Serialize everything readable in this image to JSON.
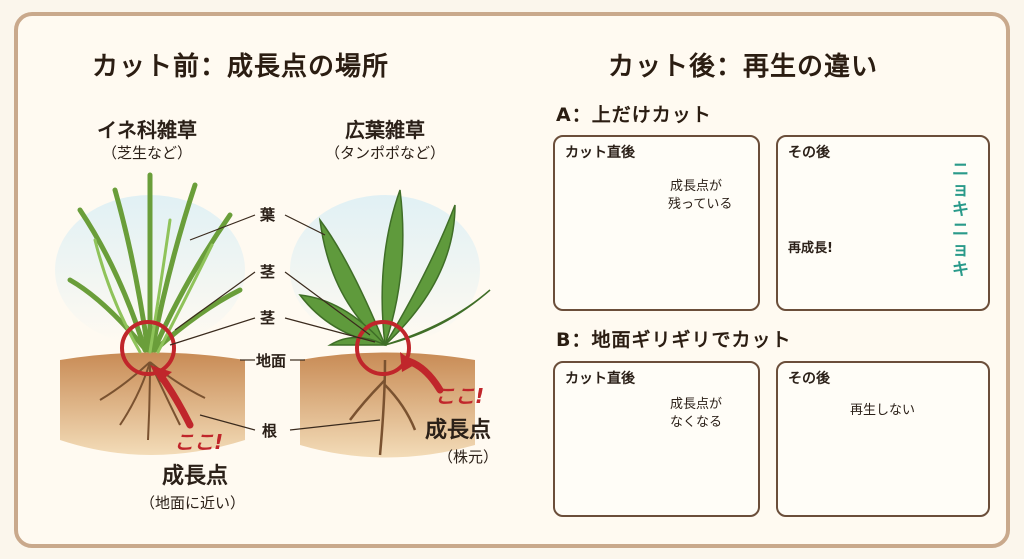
{
  "left": {
    "heading": "カット前：成長点の場所",
    "grass": {
      "title": "イネ科雑草",
      "subtitle": "（芝生など）"
    },
    "broadleaf": {
      "title": "広葉雑草",
      "subtitle": "（タンポポなど）"
    },
    "labels": {
      "leaf": "葉",
      "stem1": "茎",
      "stem2": "茎",
      "ground": "地面",
      "root": "根"
    },
    "grass_point": {
      "here": "ここ!",
      "name": "成長点",
      "note": "（地面に近い）"
    },
    "broadleaf_point": {
      "here": "ここ!",
      "name": "成長点",
      "note": "（株元）"
    }
  },
  "right": {
    "heading": "カット後：再生の違い",
    "sectionA": {
      "title": "A：上だけカット",
      "box1": {
        "title": "カット直後",
        "note_line1": "成長点が",
        "note_line2": "残っている"
      },
      "box2": {
        "title": "その後",
        "note": "再成長!",
        "sfx": "ニョキニョキ"
      }
    },
    "sectionB": {
      "title": "B：地面ギリギリでカット",
      "box1": {
        "title": "カット直後",
        "note_line1": "成長点が",
        "note_line2": "なくなる"
      },
      "box2": {
        "title": "その後",
        "note": "再生しない"
      }
    }
  },
  "colors": {
    "accent_red": "#c0262b",
    "leaf_green": "#5f9a3c",
    "soil": "#b07a4a",
    "highlight": "#f6dc8a",
    "arrow_green": "#6fbf4a",
    "sfx_teal": "#2a9a8a"
  }
}
